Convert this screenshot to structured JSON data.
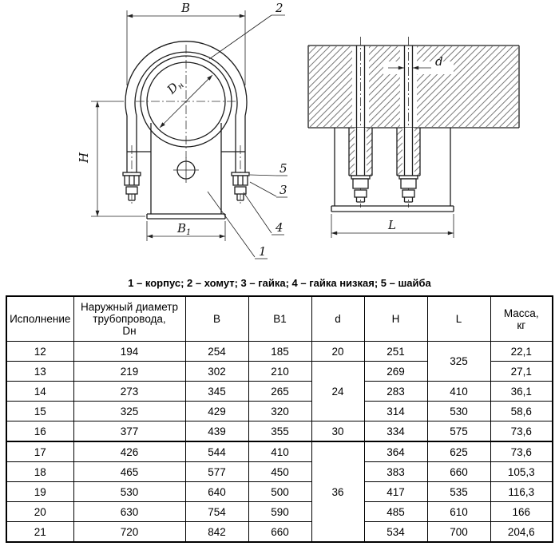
{
  "drawing": {
    "caption": "1 – корпус; 2 – хомут; 3 – гайка; 4 – гайка низкая; 5 – шайба",
    "labels": {
      "b": "B",
      "b1": "B",
      "b1_sub": "1",
      "h": "H",
      "dn": "D",
      "dn_sub": "н",
      "d": "d",
      "l": "L",
      "callout_1": "1",
      "callout_2": "2",
      "callout_3": "3",
      "callout_4": "4",
      "callout_5": "5"
    }
  },
  "table": {
    "headers": [
      "Исполнение",
      "Наружный диаметр\nтрубопровода,\nDн",
      "B",
      "B1",
      "d",
      "H",
      "L",
      "Масса,\nкг"
    ],
    "rows": [
      {
        "id": "12",
        "dn": "194",
        "b": "254",
        "b1": "185",
        "d": "20",
        "h": "251",
        "l": "325",
        "mass": "22,1"
      },
      {
        "id": "13",
        "dn": "219",
        "b": "302",
        "b1": "210",
        "d": "24",
        "h": "269",
        "mass": "27,1"
      },
      {
        "id": "14",
        "dn": "273",
        "b": "345",
        "b1": "265",
        "h": "283",
        "l": "410",
        "mass": "36,1"
      },
      {
        "id": "15",
        "dn": "325",
        "b": "429",
        "b1": "320",
        "h": "314",
        "l": "530",
        "mass": "58,6"
      },
      {
        "id": "16",
        "dn": "377",
        "b": "439",
        "b1": "355",
        "d": "30",
        "h": "334",
        "l": "575",
        "mass": "73,6"
      },
      {
        "id": "17",
        "dn": "426",
        "b": "544",
        "b1": "410",
        "d": "36",
        "h": "364",
        "l": "625",
        "mass": "73,6"
      },
      {
        "id": "18",
        "dn": "465",
        "b": "577",
        "b1": "450",
        "h": "383",
        "l": "660",
        "mass": "105,3"
      },
      {
        "id": "19",
        "dn": "530",
        "b": "640",
        "b1": "500",
        "h": "417",
        "l": "535",
        "mass": "116,3"
      },
      {
        "id": "20",
        "dn": "630",
        "b": "754",
        "b1": "590",
        "h": "485",
        "l": "610",
        "mass": "166"
      },
      {
        "id": "21",
        "dn": "720",
        "b": "842",
        "b1": "660",
        "h": "534",
        "l": "700",
        "mass": "204,6"
      }
    ]
  }
}
